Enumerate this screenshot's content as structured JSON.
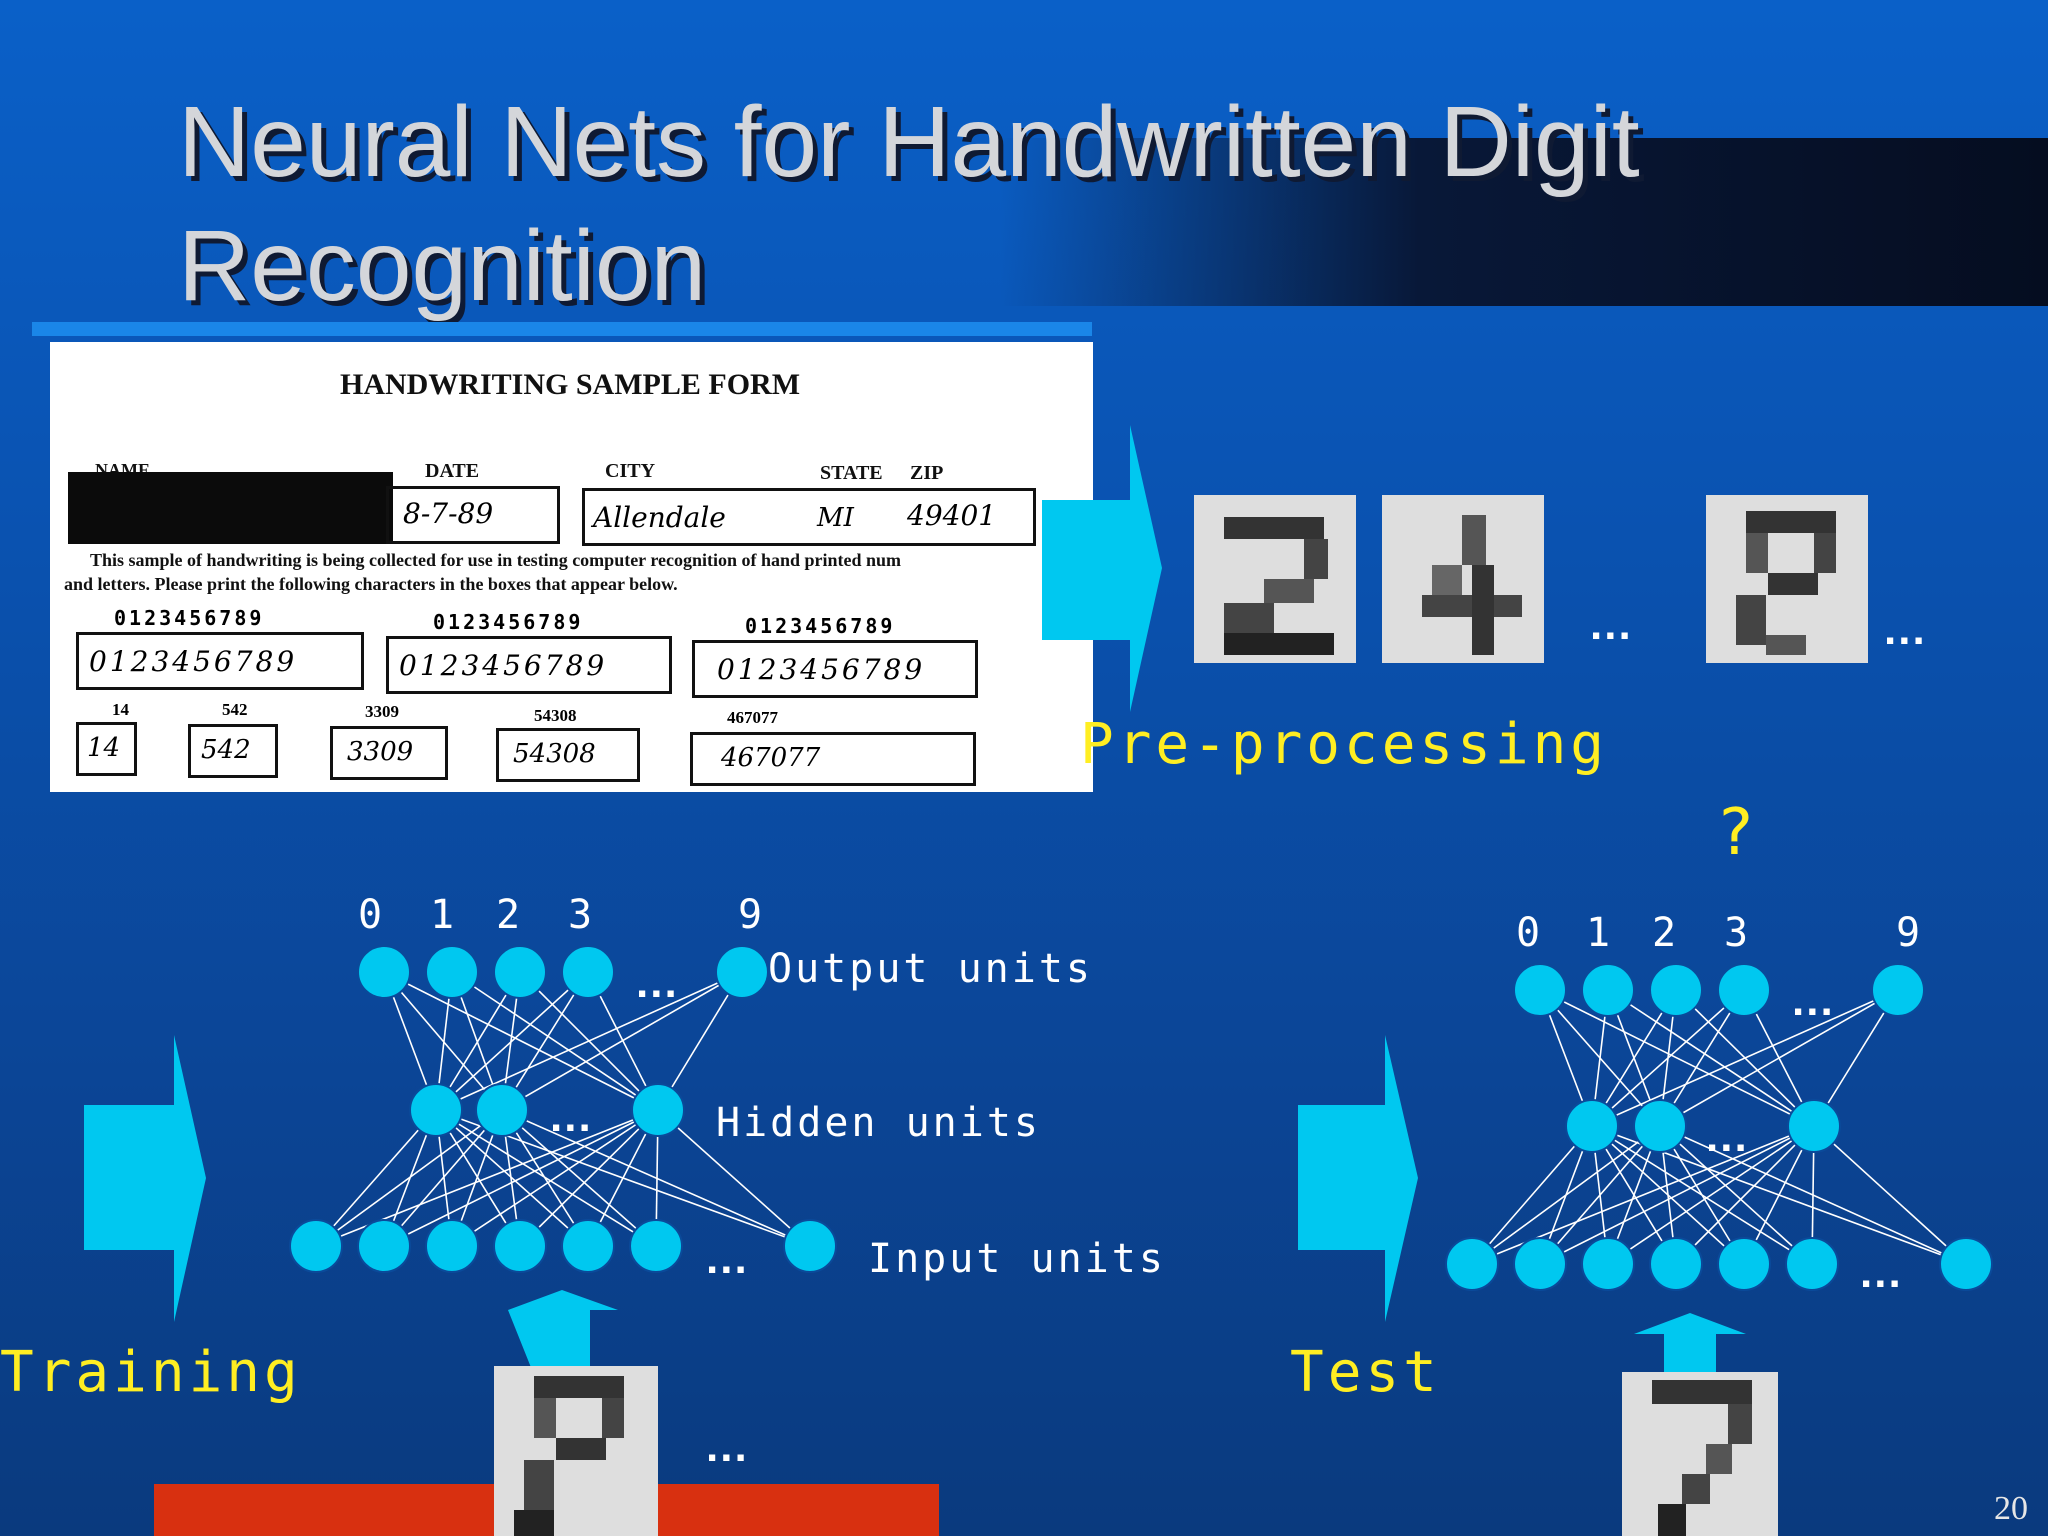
{
  "slide": {
    "title": "Neural Nets for Handwritten Digit Recognition",
    "page_number": "20"
  },
  "form": {
    "heading": "HANDWRITING SAMPLE FORM",
    "name_label": "NAME",
    "date_label": "DATE",
    "city_label": "CITY",
    "state_label": "STATE",
    "zip_label": "ZIP",
    "date_value": "8-7-89",
    "city_value": "Allendale",
    "state_value": "MI",
    "zip_value": "49401",
    "instructions_line1": "This sample of handwriting is being collected for use in testing computer recognition of hand printed num",
    "instructions_line2": "and letters. Please print the following characters in the boxes that appear below.",
    "prompt_digits": "0123456789",
    "written_digits": "0123456789",
    "small_prompts": [
      "14",
      "542",
      "3309",
      "54308",
      "467077"
    ],
    "small_written": [
      "14",
      "542",
      "3309",
      "54308",
      "467077"
    ]
  },
  "preprocessing": {
    "label": "Pre-processing",
    "ellipsis": "..."
  },
  "training": {
    "label": "Training",
    "output_digits": [
      "0",
      "1",
      "2",
      "3",
      "9"
    ],
    "output_label": "Output units",
    "hidden_label": "Hidden units",
    "input_label": "Input units",
    "ellipsis": "..."
  },
  "test": {
    "label": "Test",
    "question": "?",
    "output_digits": [
      "0",
      "1",
      "2",
      "3",
      "9"
    ],
    "ellipsis": "..."
  },
  "colors": {
    "node": "#00c8f0",
    "arrow": "#00c8f0",
    "label_yellow": "#ffee22",
    "background_top": "#0a60c8",
    "background_bottom": "#0a3a7e",
    "red_bar": "#d83010"
  }
}
